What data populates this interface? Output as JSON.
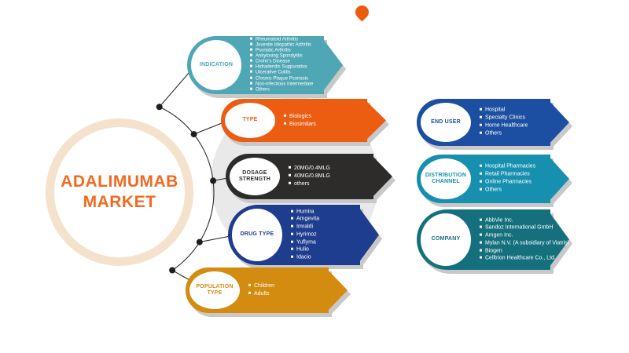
{
  "title": {
    "line1": "ADALIMUMAB",
    "line2": "MARKET"
  },
  "colors": {
    "ring": "#f4e2cc",
    "title_text": "#f26a21",
    "shadow": "#c8c8c8",
    "connector": "#2a2a2a",
    "pin": "#eb5b0c"
  },
  "segments": [
    {
      "id": "indication",
      "label": "INDICATION",
      "color": "#4fa6b5",
      "items": [
        "Rheumatoid Arthritis",
        "Juvenile Idiopathic Arthritis",
        "Psoriatic Arthritis",
        "Ankylosing Spondylitis",
        "Crohn's Disease",
        "Hidradenitis Suppurativa",
        "Ulcerative Colitis",
        "Chronic Plaque Psoriasis",
        "Non-infectious Intermediate",
        "Others"
      ]
    },
    {
      "id": "type",
      "label": "TYPE",
      "color": "#ec5c11",
      "items": [
        "Biologics",
        "Biosimilars"
      ]
    },
    {
      "id": "dosage-strength",
      "label": "DOSAGE STRENGTH",
      "color": "#2e2c2b",
      "items": [
        "20MG/0.4MLG",
        "40MG/0.8MLG",
        "others"
      ]
    },
    {
      "id": "drug-type",
      "label": "DRUG TYPE",
      "color": "#1e3d8f",
      "items": [
        "Humira",
        "Amgevita",
        "Imraldi",
        "Hyrimoz",
        "Yuflyma",
        "Hulio",
        "Idacio"
      ]
    },
    {
      "id": "population-type",
      "label": "POPULATION TYPE",
      "color": "#d38b10",
      "items": [
        "Children",
        "Adults"
      ]
    },
    {
      "id": "end-user",
      "label": "END USER",
      "color": "#1c4fa1",
      "items": [
        "Hospital",
        "Specialty Clinics",
        "Home Healthcare",
        "Others"
      ]
    },
    {
      "id": "distribution-channel",
      "label": "DISTRIBUTION CHANNEL",
      "color": "#1790b0",
      "items": [
        "Hospital Pharmacies",
        "Retail Pharmacies",
        "Online Pharmacies",
        "Others"
      ]
    },
    {
      "id": "company",
      "label": "COMPANY",
      "color": "#15707d",
      "items": [
        "AbbVie Inc.",
        "Sandoz International GmbH",
        "Amgen Inc.",
        "Mylan N.V. (A subsidiary of Viatris)",
        "Biogen",
        "Celltrion Healthcare Co., Ltd."
      ]
    }
  ]
}
